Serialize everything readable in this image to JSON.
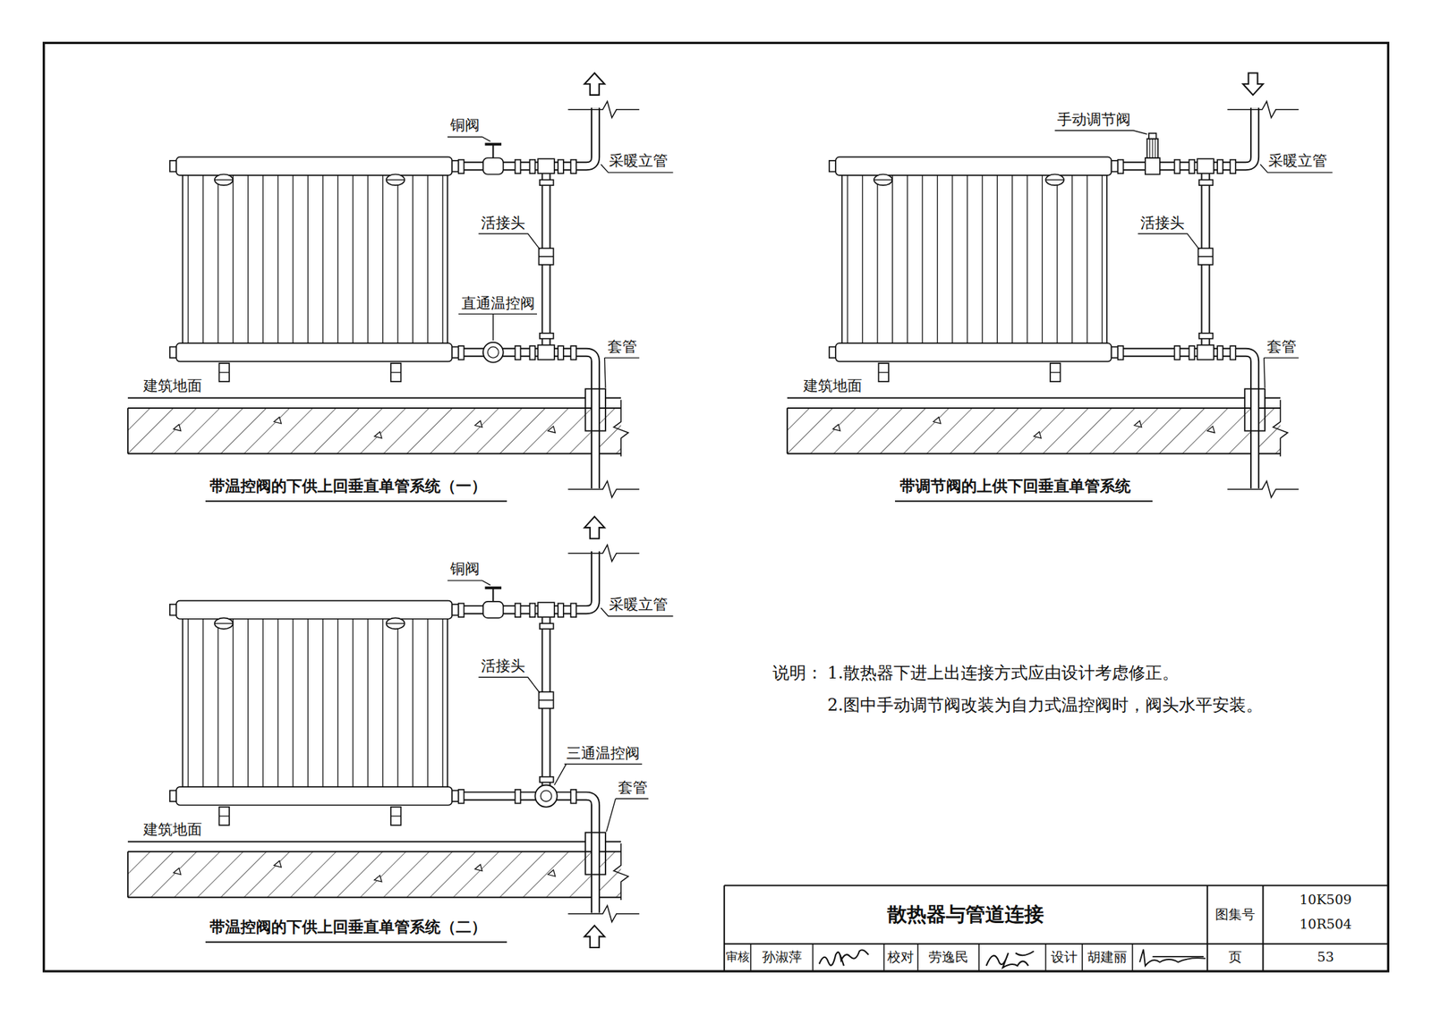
{
  "diagram": {
    "title": "散热器与管道连接",
    "labels": [
      "铜阀",
      "采暖立管",
      "活接头",
      "直通温控阀",
      "套管",
      "建筑地面",
      "带温控阀的下供上回垂直单管系统（一）",
      "手动调节阀",
      "采暖立管",
      "活接头",
      "套管",
      "建筑地面",
      "带调节阀的上供下回垂直单管系统",
      "铜阀",
      "采暖立管",
      "活接头",
      "三通温控阀",
      "套管",
      "建筑地面",
      "带温控阀的下供上回垂直单管系统（二）",
      "说明：",
      "1.散热器下进上出连接方式应由设计考虑修正。",
      "2.图中手动调节阀改装为自力式温控阀时，阀头水平安装。",
      "图集号",
      "10K509",
      "10R504",
      "页",
      "53",
      "审核",
      "孙淑萍",
      "校对",
      "劳逸民",
      "设计",
      "胡建丽"
    ]
  }
}
